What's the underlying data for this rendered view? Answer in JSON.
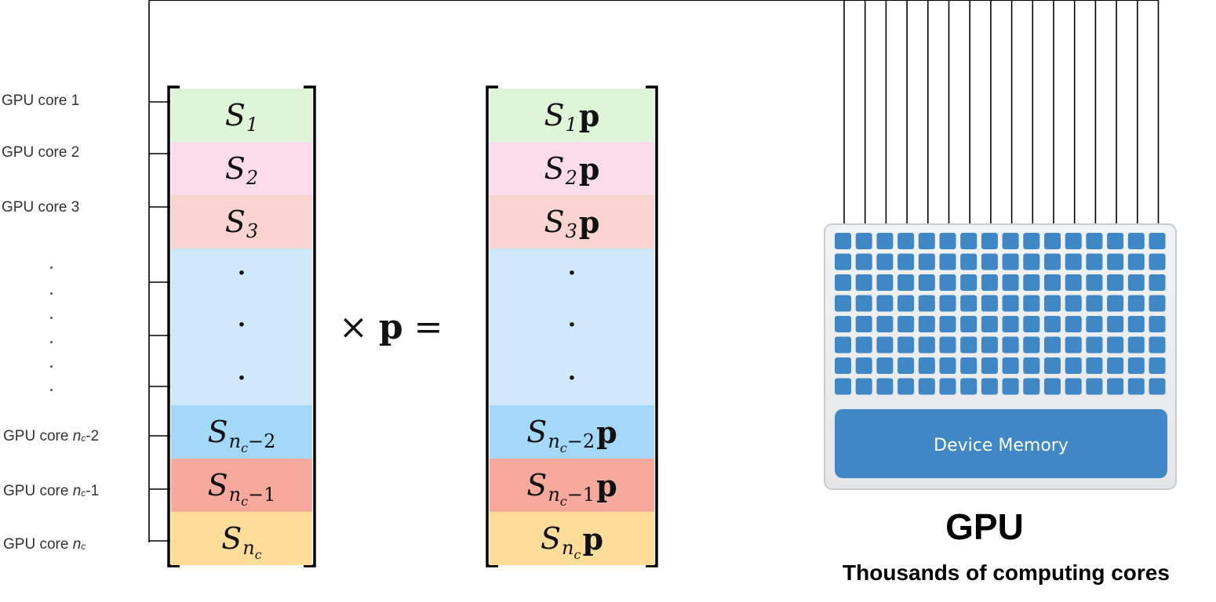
{
  "core_labels": [
    {
      "prefix": "GPU core 1",
      "sub": "",
      "suffix": ""
    },
    {
      "prefix": "GPU core 2",
      "sub": "",
      "suffix": ""
    },
    {
      "prefix": "GPU core 3",
      "sub": "",
      "suffix": ""
    },
    {
      "prefix": "GPU core ",
      "sub": "n",
      "subc": "c",
      "suffix": "-2"
    },
    {
      "prefix": "GPU core ",
      "sub": "n",
      "subc": "c",
      "suffix": "-1"
    },
    {
      "prefix": "GPU core ",
      "sub": "n",
      "subc": "c",
      "suffix": ""
    }
  ],
  "left_matrix": {
    "rows": [
      {
        "base": "S",
        "sub": "1",
        "color": "#dff5d8"
      },
      {
        "base": "S",
        "sub": "2",
        "color": "#fcdcea"
      },
      {
        "base": "S",
        "sub": "3",
        "color": "#f9d4d0"
      },
      {
        "dot": "·",
        "color": "#cfe8fa"
      },
      {
        "dot": "·",
        "color": "#cfe8fa"
      },
      {
        "dot": "·",
        "color": "#cfe8fa"
      },
      {
        "base": "S",
        "sub_n": "n",
        "sub_c": "c",
        "sub_rest": "−2",
        "color": "#a3d8f8"
      },
      {
        "base": "S",
        "sub_n": "n",
        "sub_c": "c",
        "sub_rest": "−1",
        "color": "#f6a99c"
      },
      {
        "base": "S",
        "sub_n": "n",
        "sub_c": "c",
        "sub_rest": "",
        "color": "#fddd99"
      }
    ]
  },
  "operator": {
    "times": "×",
    "vector": "p",
    "equals": "="
  },
  "right_matrix": {
    "suffix": "p",
    "rows": [
      {
        "base": "S",
        "sub": "1",
        "color": "#dff5d8"
      },
      {
        "base": "S",
        "sub": "2",
        "color": "#fcdcea"
      },
      {
        "base": "S",
        "sub": "3",
        "color": "#f9d4d0"
      },
      {
        "dot": "·",
        "color": "#cfe8fa"
      },
      {
        "dot": "·",
        "color": "#cfe8fa"
      },
      {
        "dot": "·",
        "color": "#cfe8fa"
      },
      {
        "base": "S",
        "sub_n": "n",
        "sub_c": "c",
        "sub_rest": "−2",
        "color": "#a3d8f8"
      },
      {
        "base": "S",
        "sub_n": "n",
        "sub_c": "c",
        "sub_rest": "−1",
        "color": "#f6a99c"
      },
      {
        "base": "S",
        "sub_n": "n",
        "sub_c": "c",
        "sub_rest": "",
        "color": "#fddd99"
      }
    ]
  },
  "gpu": {
    "title": "GPU",
    "subtitle": "Thousands of computing cores",
    "memory_label": "Device Memory",
    "core_color": "#3f88c5",
    "memory_color": "#3f88c5",
    "core_grid": {
      "rows": 8,
      "cols": 16
    },
    "arrow_count": 16
  }
}
